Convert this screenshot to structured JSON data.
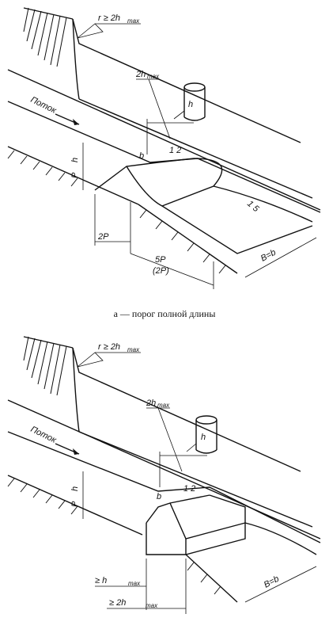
{
  "figure_a": {
    "r_label": "r ≥ 2h",
    "r_sub": "max",
    "twoh_label": "2h",
    "twoh_sub": "max",
    "flow_label": "Поток",
    "h_label": "h",
    "p_label": "P",
    "b_label": "b",
    "slope_up": "1 2",
    "slope_down": "1 5",
    "gauge_h": "h",
    "twoP_label": "2P",
    "fiveP_label": "5P",
    "fiveP_alt": "(2P)",
    "B_label": "B=b",
    "caption": "а — порог полной длины"
  },
  "figure_b": {
    "r_label": "r ≥ 2h",
    "r_sub": "max",
    "twoh_label": "2h",
    "twoh_sub": "max",
    "flow_label": "Поток",
    "h_label": "h",
    "p_label": "P",
    "b_label": "b",
    "slope_up": "1 2",
    "gauge_h": "h",
    "geh_label": "≥ h",
    "geh_sub": "max",
    "ge2h_label": "≥ 2h",
    "ge2h_sub": "max",
    "B_label": "B=b"
  }
}
